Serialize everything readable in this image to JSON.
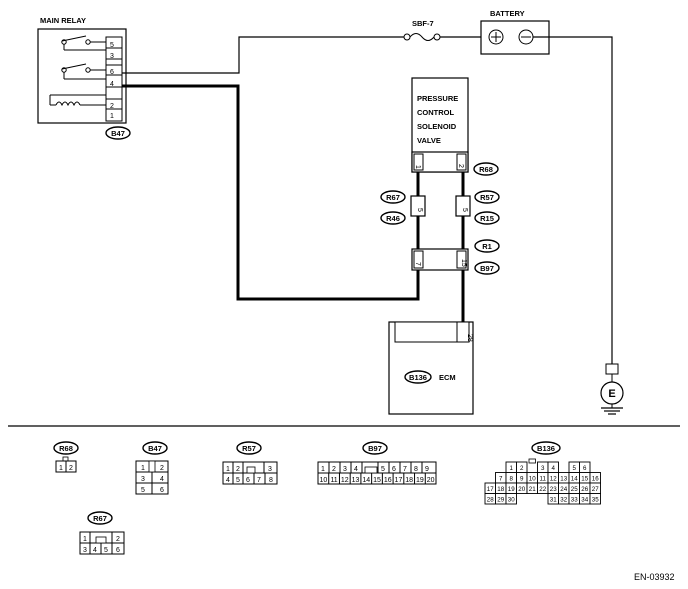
{
  "labels": {
    "main_relay": "MAIN RELAY",
    "battery": "BATTERY",
    "fuse": "SBF-7",
    "ecm": "ECM",
    "ground": "E",
    "figure_id": "EN-03932",
    "solenoid": [
      "PRESSURE",
      "CONTROL",
      "SOLENOID",
      "VALVE"
    ]
  },
  "connector_codes": {
    "main_relay": "B47",
    "solenoid": "R68",
    "mid_left_top": "R67",
    "mid_left_bottom": "R46",
    "mid_right_top": "R57",
    "mid_right_bottom": "R15",
    "lower_right_top": "R1",
    "lower_right_bottom": "B97",
    "ecm": "B136"
  },
  "relay_pins": [
    "5",
    "3",
    "6",
    "4",
    "2",
    "1"
  ],
  "pins": {
    "solenoid_left": "1",
    "solenoid_right": "2",
    "mid_left": "5",
    "mid_right": "5",
    "lower_left": "7",
    "lower_right": "15",
    "ecm": "28"
  },
  "legend": {
    "r68": {
      "code": "R68",
      "row1": [
        "1",
        "2"
      ]
    },
    "b47": {
      "code": "B47",
      "row1": [
        "1",
        "2"
      ],
      "row2": [
        "3",
        "4"
      ],
      "row3": [
        "5",
        "6"
      ]
    },
    "r57": {
      "code": "R57",
      "row1": [
        "1",
        "2",
        "3"
      ],
      "row2": [
        "4",
        "5",
        "6",
        "7",
        "8"
      ]
    },
    "b97": {
      "code": "B97",
      "row1": [
        "1",
        "2",
        "3",
        "4",
        "5",
        "6",
        "7",
        "8",
        "9"
      ],
      "row2": [
        "10",
        "11",
        "12",
        "13",
        "14",
        "15",
        "16",
        "17",
        "18",
        "19",
        "20"
      ]
    },
    "b136": {
      "code": "B136",
      "row1": [
        "1",
        "2",
        "3",
        "4",
        "5",
        "6"
      ],
      "row2": [
        "7",
        "8",
        "9",
        "10",
        "11",
        "12",
        "13",
        "14",
        "15",
        "16"
      ],
      "row3": [
        "17",
        "18",
        "19",
        "20",
        "21",
        "22",
        "23",
        "24",
        "25",
        "26",
        "27"
      ],
      "row4": [
        "28",
        "29",
        "30",
        "31",
        "32",
        "33",
        "34",
        "35"
      ]
    },
    "r67": {
      "code": "R67",
      "row1": [
        "1",
        "2"
      ],
      "row2": [
        "3",
        "4",
        "5",
        "6"
      ]
    }
  }
}
